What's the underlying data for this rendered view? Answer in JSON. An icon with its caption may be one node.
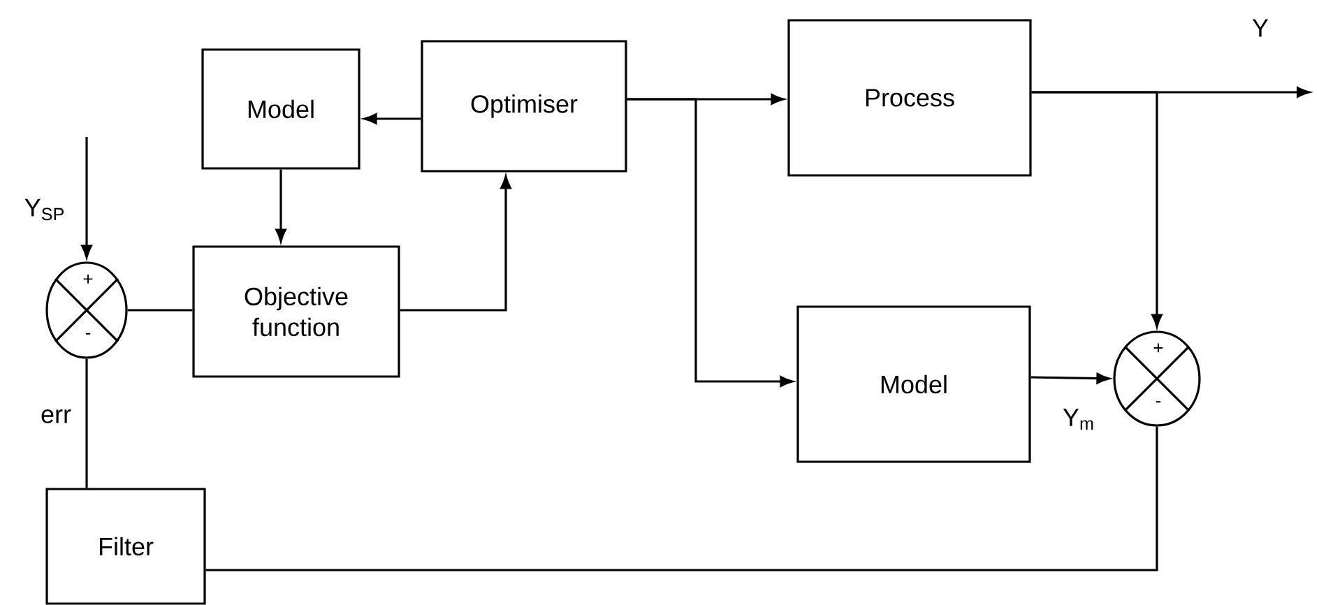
{
  "diagram": {
    "nodes": [
      {
        "text": [
          "Model"
        ]
      },
      {
        "text": [
          "Optimiser"
        ]
      },
      {
        "text": [
          "Process"
        ]
      },
      {
        "text": [
          "Objective function"
        ]
      },
      {
        "text": [
          "+",
          "-"
        ]
      },
      {
        "text": [
          "Model"
        ]
      },
      {
        "text": [
          "+",
          "-"
        ]
      },
      {
        "text": [
          "Filter"
        ]
      }
    ],
    "edges": [
      {
        "from": 1,
        "to": 0,
        "arrow": "to"
      },
      {
        "from": 0,
        "to": 3,
        "arrow": "to"
      },
      {
        "from": 3,
        "to": 1,
        "arrow": "to"
      },
      {
        "from": 4,
        "to": 3,
        "arrow": "none"
      },
      {
        "from": 1,
        "to": 2,
        "arrow": "to"
      },
      {
        "from": 1,
        "to": 5,
        "arrow": "to"
      },
      {
        "from": 2,
        "to": null,
        "arrow": "to",
        "label": "Y"
      },
      {
        "from": 2,
        "to": 6,
        "arrow": "to"
      },
      {
        "from": 5,
        "to": 6,
        "arrow": "to",
        "label": "Y$_{m}$"
      },
      {
        "from": 6,
        "to": 7,
        "arrow": "none"
      },
      {
        "from": 7,
        "to": 4,
        "arrow": "none",
        "label": "err"
      },
      {
        "from": null,
        "to": 4,
        "arrow": "to",
        "label": "Y$_{SP}$"
      }
    ]
  }
}
